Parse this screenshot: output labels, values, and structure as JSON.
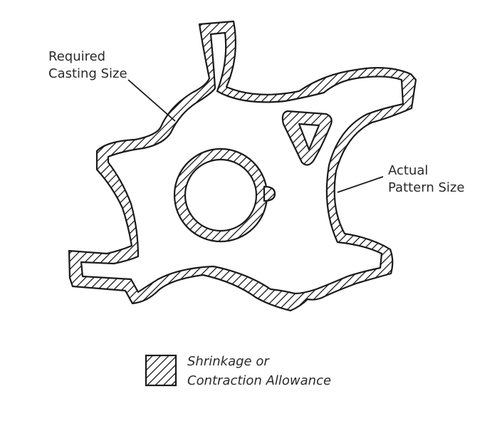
{
  "labels": {
    "required_casting_size": [
      "Required",
      "Casting Size"
    ],
    "actual_pattern_size": [
      "Actual",
      "Pattern Size"
    ]
  },
  "legend": {
    "lines": [
      "Shrinkage or",
      "Contraction Allowance"
    ]
  },
  "colors": {
    "stroke": "#1a1a1a",
    "text": "#2a2a2a",
    "background": "#ffffff"
  }
}
